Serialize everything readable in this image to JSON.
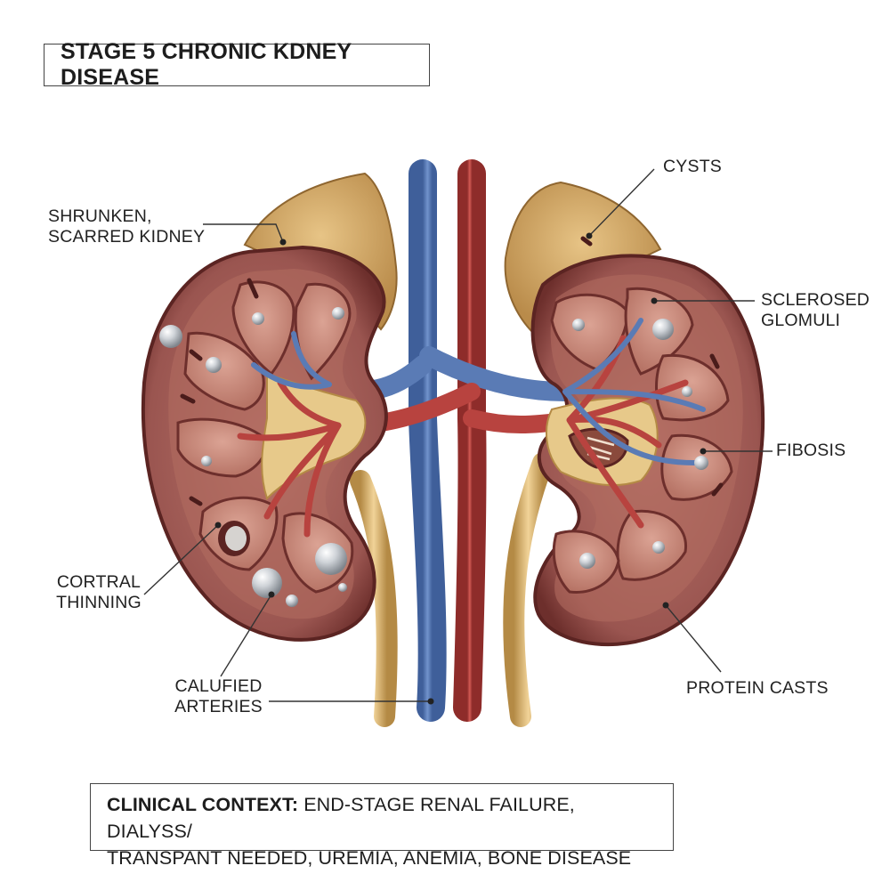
{
  "title": "STAGE 5 CHRONIC KDNEY DISEASE",
  "labels": {
    "shrunken": [
      "SHRUNKEN,",
      "SCARRED KIDNEY"
    ],
    "cysts": "CYSTS",
    "sclerosed": [
      "SCLEROSED",
      "GLOMULI"
    ],
    "fibrosis": "FIBOSIS",
    "cortical": [
      "CORTRAL",
      "THINNING"
    ],
    "calcified": [
      "CALUFIED",
      "ARTERIES"
    ],
    "protein_casts": "PROTEIN CASTS"
  },
  "clinical_context": {
    "lead": "CLINICAL CONTEXT:",
    "line1": "END-STAGE RENAL FAILURE, DIALYSS/",
    "line2": "TRANSPANT NEEDED, UREMIA, ANEMIA, BONE DISEASE"
  },
  "colors": {
    "kidney_capsule": "#7a3530",
    "kidney_cortex": "#a8645c",
    "medulla": "#c88f80",
    "renal_pelvis": "#e7c98a",
    "adrenal": "#d9b06a",
    "vein": "#5a7bb5",
    "artery": "#b8433f",
    "ureter": "#d9b56a"
  }
}
